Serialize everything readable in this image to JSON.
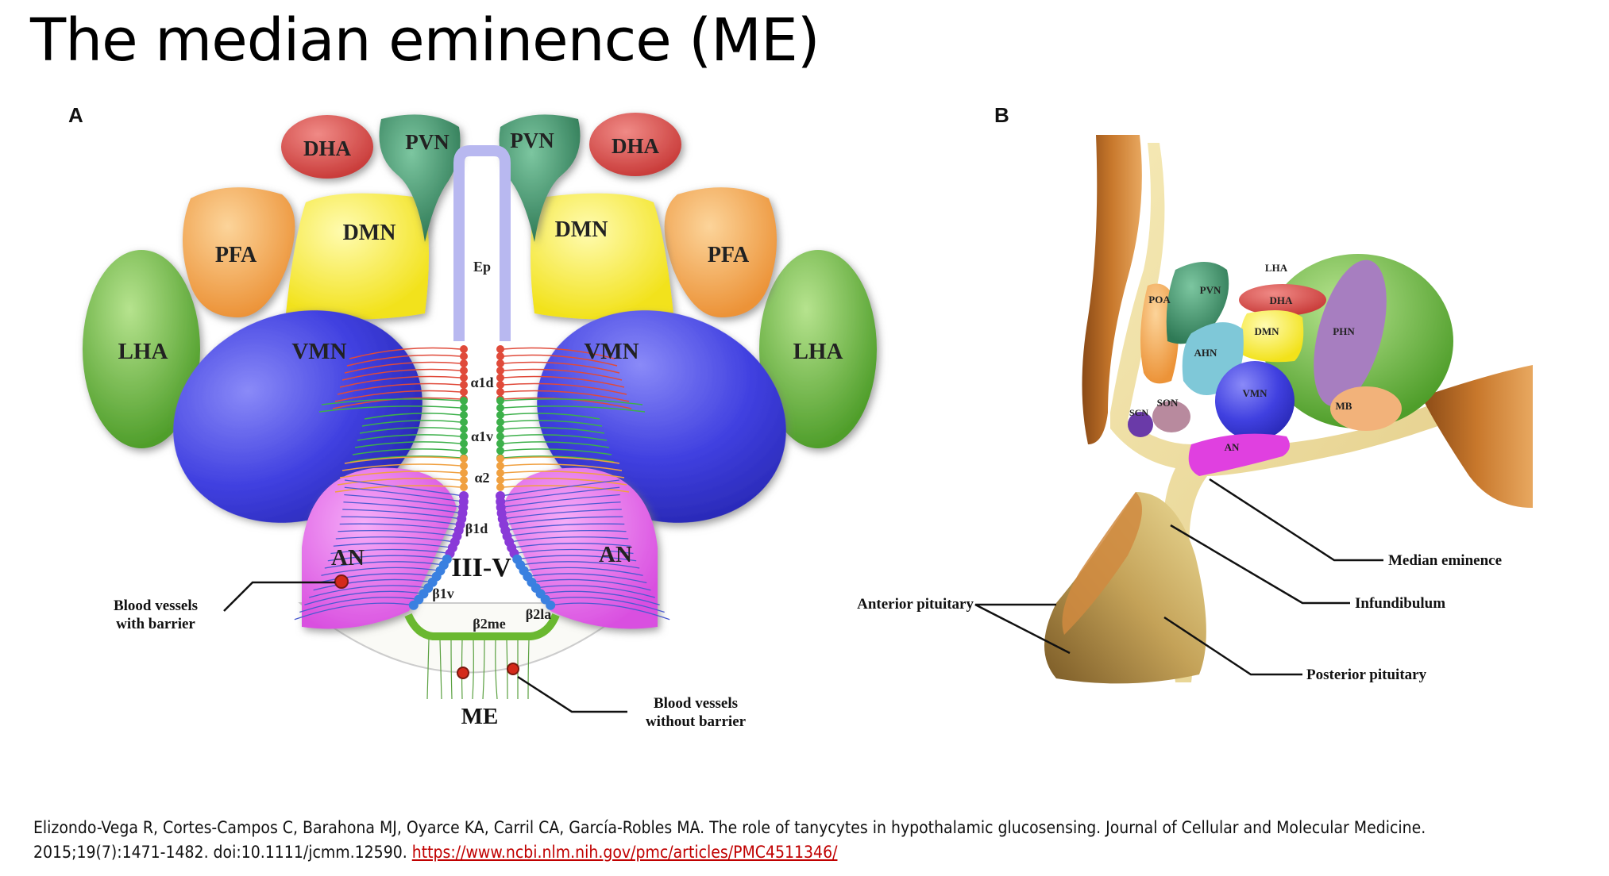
{
  "title": "The median eminence (ME)",
  "panel_a": {
    "letter": "A",
    "regions": {
      "dha_left": "DHA",
      "pvn_left": "PVN",
      "pvn_right": "PVN",
      "dha_right": "DHA",
      "pfa_left": "PFA",
      "dmn_left": "DMN",
      "dmn_right": "DMN",
      "pfa_right": "PFA",
      "lha_left": "LHA",
      "vmn_left": "VMN",
      "vmn_right": "VMN",
      "lha_right": "LHA",
      "an_left": "AN",
      "an_right": "AN",
      "third_ventricle": "III-V",
      "me": "ME"
    },
    "tanycyte_labels": [
      "Ep",
      "α1d",
      "α1v",
      "α2",
      "β1d",
      "β1v",
      "β2la",
      "β2me"
    ],
    "callouts": {
      "with_barrier_line1": "Blood vessels",
      "with_barrier_line2": "with barrier",
      "without_barrier_line1": "Blood vessels",
      "without_barrier_line2": "without barrier"
    },
    "colors": {
      "dha": "#d9534f",
      "pvn": "#3f8f6a",
      "pfa": "#f2a550",
      "dmn": "#f7ef3a",
      "lha": "#6cbb3c",
      "vmn": "#4b4ae0",
      "an": "#e066e8",
      "ep": "#b8b8f0"
    }
  },
  "panel_b": {
    "letter": "B",
    "regions": {
      "lha": "LHA",
      "poa": "POA",
      "pvn": "PVN",
      "dha": "DHA",
      "dmn": "DMN",
      "phn": "PHN",
      "ahn": "AHN",
      "vmn": "VMN",
      "scn": "SCN",
      "son": "SON",
      "mb": "MB",
      "an": "AN"
    },
    "callouts": {
      "median_eminence": "Median eminence",
      "infundibulum": "Infundibulum",
      "anterior_pituitary": "Anterior pituitary",
      "posterior_pituitary": "Posterior pituitary"
    }
  },
  "citation": {
    "line1": "Elizondo-Vega R, Cortes-Campos C, Barahona MJ, Oyarce KA, Carril CA, García-Robles MA. The role of tanycytes in hypothalamic glucosensing. Journal of Cellular and Molecular Medicine.",
    "line2_text": "2015;19(7):1471-1482. doi:10.1111/jcmm.12590. ",
    "link": "https://www.ncbi.nlm.nih.gov/pmc/articles/PMC4511346/"
  }
}
